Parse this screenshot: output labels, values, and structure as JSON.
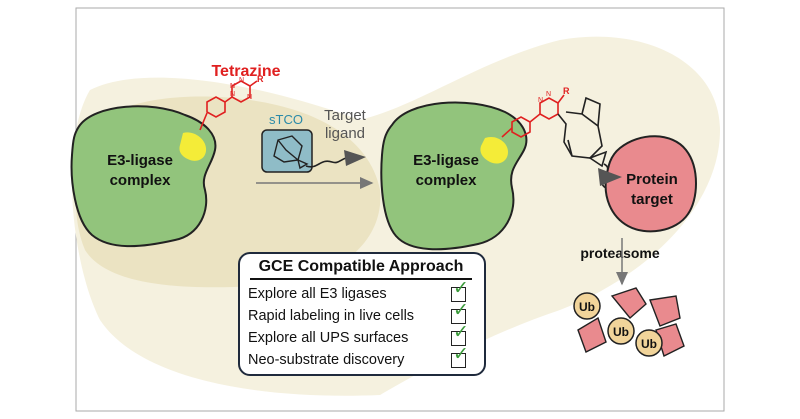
{
  "labels": {
    "tetrazine": "Tetrazine",
    "stco": "sTCO",
    "target_ligand_line1": "Target",
    "target_ligand_line2": "ligand",
    "e3_left_line1": "E3-ligase",
    "e3_left_line2": "complex",
    "e3_right_line1": "E3-ligase",
    "e3_right_line2": "complex",
    "protein_line1": "Protein",
    "protein_line2": "target",
    "proteasome": "proteasome",
    "r_left": "R",
    "r_right": "R",
    "n_atom": "N"
  },
  "ub": [
    "Ub",
    "Ub",
    "Ub"
  ],
  "checklist": {
    "title": "GCE Compatible Approach",
    "items": [
      {
        "label": "Explore all E3 ligases",
        "checked": true
      },
      {
        "label": "Rapid labeling in live cells",
        "checked": true
      },
      {
        "label": "Explore all UPS surfaces",
        "checked": true
      },
      {
        "label": "Neo-substrate discovery",
        "checked": true
      }
    ],
    "check_glyph": "✓"
  },
  "colors": {
    "background_blob": "#f5f1df",
    "inner_blob": "#ebe3c2",
    "e3_green": "#92c47c",
    "pocket_yellow": "#f4ec38",
    "protein_pink": "#e98a8e",
    "ub_fill": "#f1d49a",
    "tetrazine_red": "#e02020",
    "stco_teal": "#8fbcc7",
    "stco_text": "#2a8aa8",
    "ligand_gray": "#555555"
  }
}
